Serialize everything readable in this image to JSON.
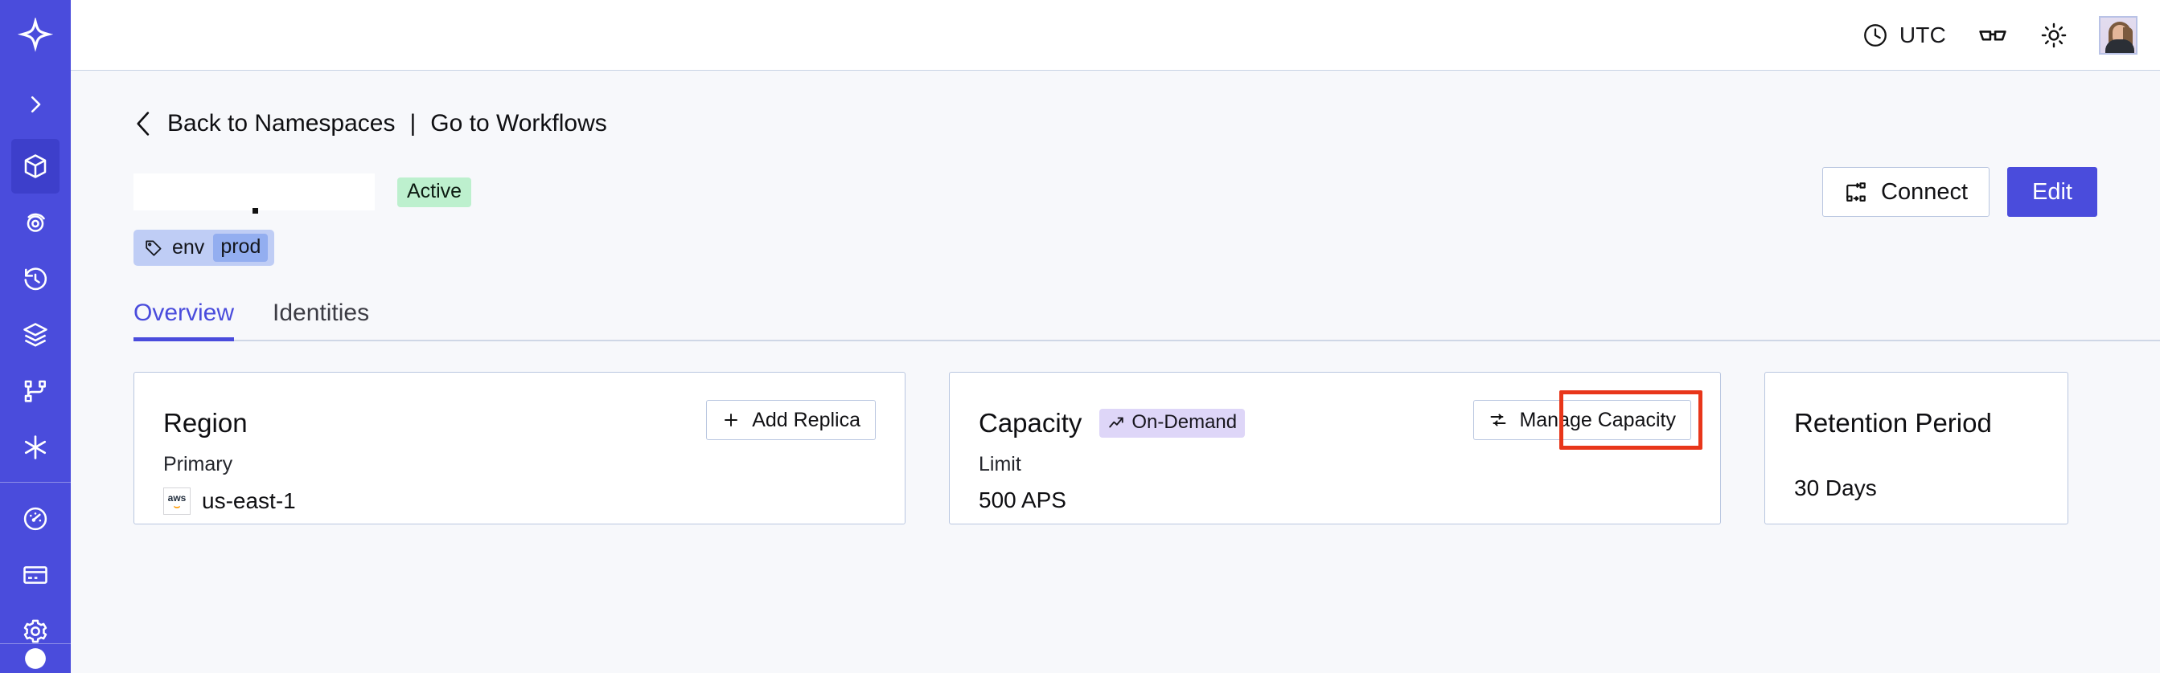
{
  "sidebar": {
    "logo_icon": "temporal-star-logo",
    "expand_icon": "chevron-right-icon",
    "items": [
      {
        "name": "namespaces",
        "icon": "cube-icon",
        "active": true
      },
      {
        "name": "observability",
        "icon": "radar-eye-icon",
        "active": false
      },
      {
        "name": "history",
        "icon": "clock-rewind-icon",
        "active": false
      },
      {
        "name": "layers",
        "icon": "layers-icon",
        "active": false
      },
      {
        "name": "workflows",
        "icon": "git-branch-icon",
        "active": false
      },
      {
        "name": "nexus",
        "icon": "asterisk-icon",
        "active": false
      }
    ],
    "secondary_items": [
      {
        "name": "usage",
        "icon": "gauge-icon"
      },
      {
        "name": "billing",
        "icon": "credit-card-icon"
      },
      {
        "name": "settings",
        "icon": "gear-icon"
      }
    ]
  },
  "topbar": {
    "timezone_label": "UTC",
    "clock_icon": "clock-icon",
    "glasses_icon": "glasses-icon",
    "theme_icon": "sun-icon",
    "avatar_name": "user-avatar"
  },
  "breadcrumb": {
    "back_icon": "chevron-left-icon",
    "back_label": "Back to Namespaces",
    "separator": "|",
    "forward_label": "Go to Workflows"
  },
  "header": {
    "namespace_name": "",
    "status_badge": "Active",
    "connect_label": "Connect",
    "connect_icon": "connect-icon",
    "edit_label": "Edit",
    "tag": {
      "icon": "tag-icon",
      "key": "env",
      "value": "prod"
    }
  },
  "tabs": [
    {
      "label": "Overview",
      "active": true
    },
    {
      "label": "Identities",
      "active": false
    }
  ],
  "cards": {
    "region": {
      "title": "Region",
      "button_label": "Add Replica",
      "button_icon": "plus-icon",
      "sub_label": "Primary",
      "provider_icon": "aws-logo",
      "provider_text": "aws",
      "value": "us-east-1"
    },
    "capacity": {
      "title": "Capacity",
      "badge_label": "On-Demand",
      "badge_icon": "trend-up-icon",
      "button_label": "Manage Capacity",
      "button_icon": "sliders-icon",
      "highlighted": true,
      "sub_label": "Limit",
      "value": "500 APS"
    },
    "retention": {
      "title": "Retention Period",
      "value": "30 Days"
    }
  },
  "colors": {
    "brand": "#4a4cdc",
    "active_sidebar": "#3d3fcb",
    "page_bg": "#f7f8fb",
    "status_green": "#bdf0ce",
    "badge_purple": "#ded6f8",
    "tag_blue": "#bfcdf5",
    "tag_value_blue": "#93aef0",
    "highlight_red": "#e8361a",
    "border": "#b9c6e0"
  }
}
